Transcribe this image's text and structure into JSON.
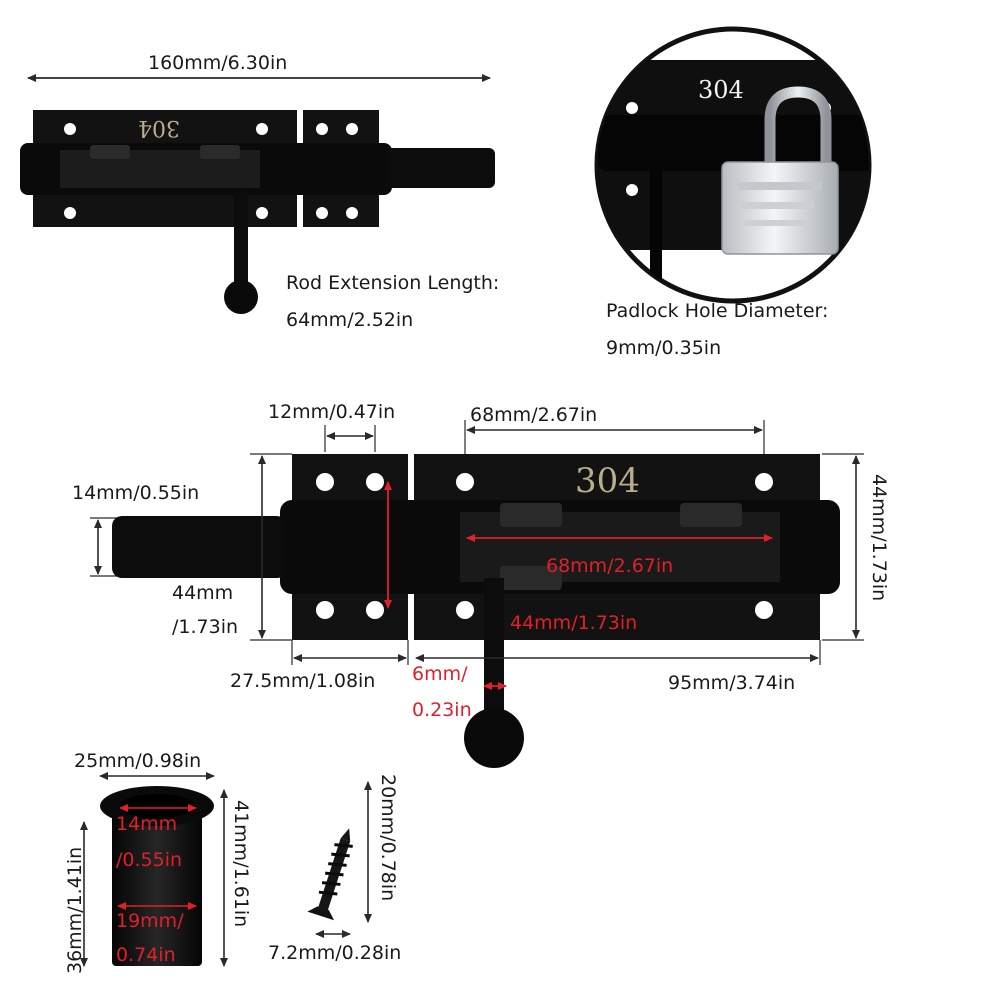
{
  "colors": {
    "metal": "#121212",
    "dim_line": "#2a2a2a",
    "highlight": "#e0202a",
    "engraving": "#b8ad8d",
    "padlock_shackle": "#c9ccd1",
    "padlock_body": "#d7dadd"
  },
  "engraving_text": "304",
  "icons": [
    "bolt-latch-icon",
    "padlock-icon",
    "strike-cup-icon",
    "screw-icon"
  ],
  "labels": {
    "overall_length": "160mm/6.30in",
    "rod_extension_title": "Rod Extension Length:",
    "rod_extension_value": "64mm/2.52in",
    "padlock_hole_title": "Padlock Hole Diameter:",
    "padlock_hole_value": "9mm/0.35in",
    "hole_spacing_small": "12mm/0.47in",
    "hole_spacing_large": "68mm/2.67in",
    "rod_diameter": "14mm/0.55in",
    "keeper_height_a": "44mm",
    "keeper_height_b": "/1.73in",
    "plate_height": "44mm/1.73in",
    "keeper_width": "27.5mm/1.08in",
    "handle_a": "6mm/",
    "handle_b": "0.23in",
    "base_width": "95mm/3.74in",
    "red_hole_spacing": "68mm/2.67in",
    "red_handle_length": "44mm/1.73in",
    "cup_width": "25mm/0.98in",
    "cup_inner_a": "14mm",
    "cup_inner_b": "/0.55in",
    "cup_lower_a": "19mm/",
    "cup_lower_b": "0.74in",
    "cup_height_left": "36mm/1.41in",
    "cup_height_right": "41mm/1.61in",
    "screw_length": "20mm/0.78in",
    "screw_head": "7.2mm/0.28in"
  }
}
